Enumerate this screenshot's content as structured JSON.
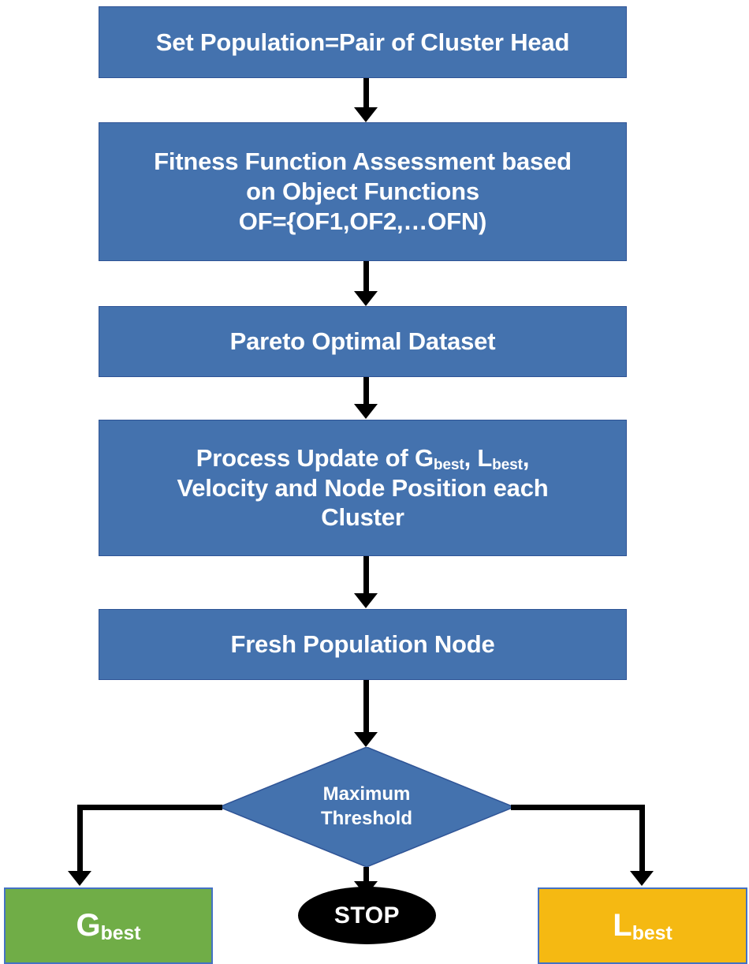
{
  "diagram": {
    "title": "Multi-objective PSO cluster head optimization flowchart",
    "type": "flowchart",
    "colors": {
      "process_fill": "#4472AE",
      "process_border": "#2F5496",
      "gbest_fill": "#70AD47",
      "lbest_fill": "#F5B912",
      "terminator_border": "#4472C4",
      "stop_fill": "#000000",
      "connector": "#000000",
      "text": "#FFFFFF",
      "background": "#FFFFFF"
    },
    "nodes": {
      "set_population": {
        "shape": "process",
        "lines": [
          "Set Population=Pair of Cluster Head"
        ]
      },
      "fitness_assessment": {
        "shape": "process",
        "lines": [
          "Fitness Function Assessment based",
          "on Object Functions",
          "OF={OF1,OF2,…OFN)"
        ]
      },
      "pareto_dataset": {
        "shape": "process",
        "lines": [
          "Pareto Optimal Dataset"
        ]
      },
      "process_update": {
        "shape": "process",
        "line1_pre": "Process Update of G",
        "line1_sub1": "best",
        "line1_mid": ", L",
        "line1_sub2": "best",
        "line1_post": ",",
        "line2": "Velocity and Node Position each",
        "line3": "Cluster"
      },
      "fresh_population": {
        "shape": "process",
        "lines": [
          "Fresh Population Node"
        ]
      },
      "maximum_threshold": {
        "shape": "decision",
        "line1": "Maximum",
        "line2": "Threshold"
      },
      "gbest": {
        "shape": "terminator",
        "letter": "G",
        "subscript": "best"
      },
      "stop": {
        "shape": "oval",
        "label": "STOP"
      },
      "lbest": {
        "shape": "terminator",
        "letter": "L",
        "subscript": "best"
      }
    },
    "edges": [
      {
        "from": "set_population",
        "to": "fitness_assessment",
        "label": ""
      },
      {
        "from": "fitness_assessment",
        "to": "pareto_dataset",
        "label": ""
      },
      {
        "from": "pareto_dataset",
        "to": "process_update",
        "label": ""
      },
      {
        "from": "process_update",
        "to": "fresh_population",
        "label": ""
      },
      {
        "from": "fresh_population",
        "to": "maximum_threshold",
        "label": ""
      },
      {
        "from": "maximum_threshold",
        "to": "gbest",
        "label": ""
      },
      {
        "from": "maximum_threshold",
        "to": "stop",
        "label": ""
      },
      {
        "from": "maximum_threshold",
        "to": "lbest",
        "label": ""
      }
    ]
  }
}
